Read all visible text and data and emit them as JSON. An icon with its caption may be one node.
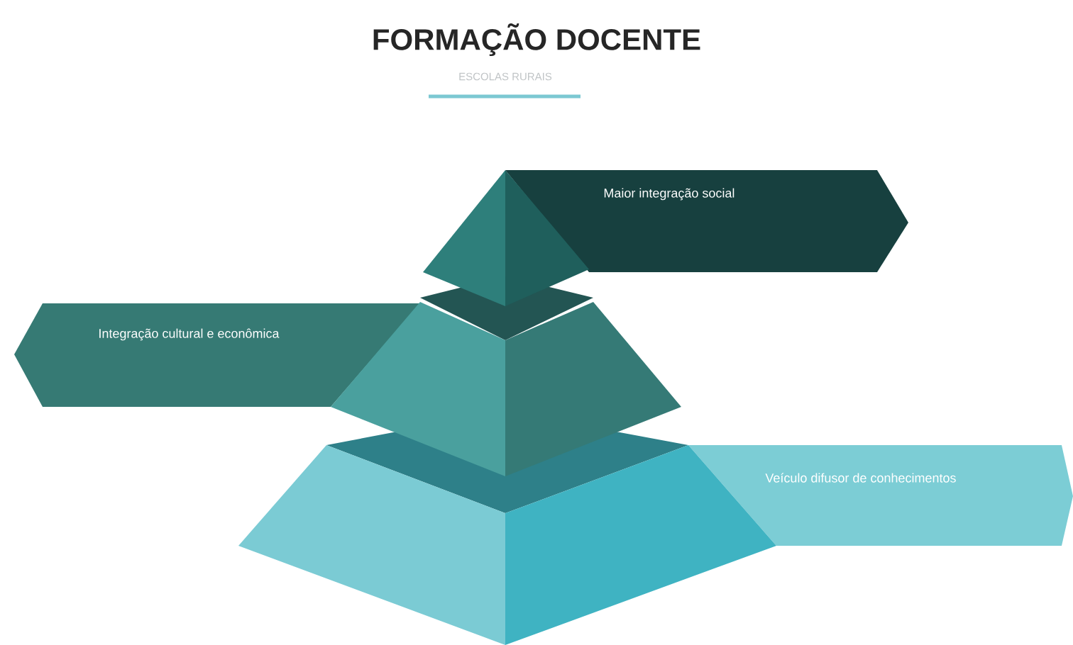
{
  "diagram": {
    "title": "FORMAÇÃO DOCENTE",
    "nodes": [
      {
        "text": [
          "Maior integração social"
        ]
      },
      {
        "text": [
          "Integração cultural e econômica"
        ]
      },
      {
        "text": [
          "Veículo difusor de conhecimentos"
        ]
      }
    ],
    "labels": [
      "ESCOLAS RURAIS"
    ]
  }
}
